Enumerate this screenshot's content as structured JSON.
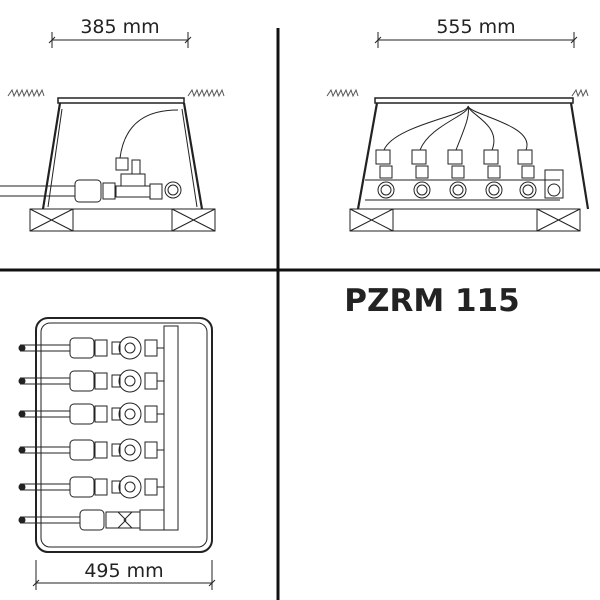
{
  "title": "PZRM 115",
  "dimensions": {
    "side_width": "385 mm",
    "side_length": "555 mm",
    "plan_width": "495 mm"
  },
  "colors": {
    "line": "#222222",
    "grass": "#444444"
  }
}
